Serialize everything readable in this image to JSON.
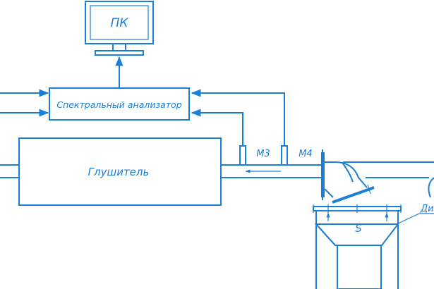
{
  "labels": {
    "pc": "ПК",
    "analyzer": "Спектральный анализатор",
    "muffler": "Глушитель",
    "m3": "М3",
    "m4": "М4",
    "s": "S",
    "cut_label": "Ди"
  },
  "colors": {
    "line": "#1a7fd6",
    "background": "#ffffff"
  }
}
